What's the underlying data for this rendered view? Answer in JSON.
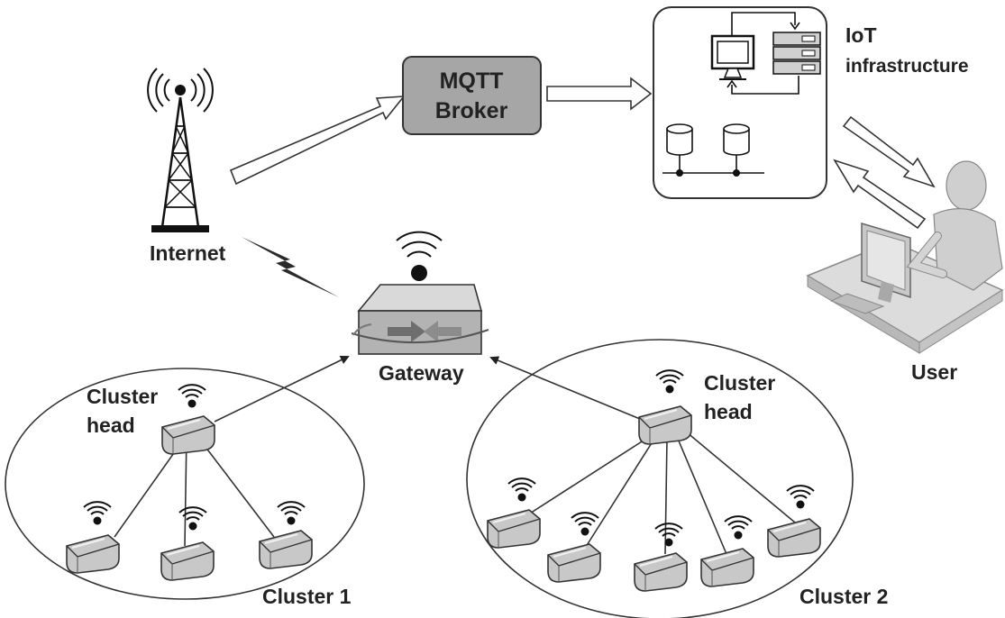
{
  "diagram": {
    "broker": {
      "line1": "MQTT",
      "line2": "Broker"
    },
    "infrastructure": {
      "line1": "IoT",
      "line2": "infrastructure"
    },
    "internet": "Internet",
    "gateway": "Gateway",
    "user": "User",
    "clusters": [
      {
        "name": "Cluster 1",
        "head_line1": "Cluster",
        "head_line2": "head",
        "node_count": 3
      },
      {
        "name": "Cluster 2",
        "head_line1": "Cluster",
        "head_line2": "head",
        "node_count": 5
      }
    ]
  },
  "colors": {
    "stroke": "#333333",
    "broker_fill": "#a6a6a6",
    "gateway_top": "#d9d9d9",
    "gateway_front": "#b3b3b3",
    "node_fill": "#c8c8c8",
    "user_fill": "#d0d0d0"
  }
}
